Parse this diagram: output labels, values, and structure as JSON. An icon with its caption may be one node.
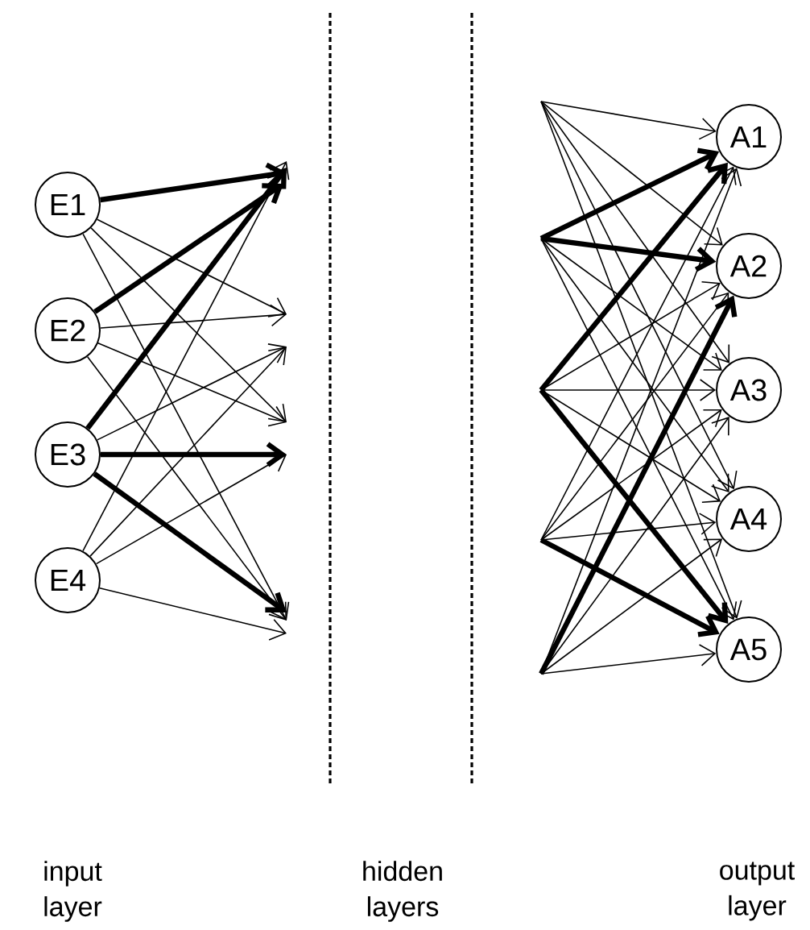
{
  "diagram": {
    "nodes": [
      {
        "text": [
          "E1"
        ]
      },
      {
        "text": [
          "E2"
        ]
      },
      {
        "text": [
          "E3"
        ]
      },
      {
        "text": [
          "E4"
        ]
      },
      {
        "text": [
          "A1"
        ]
      },
      {
        "text": [
          "A2"
        ]
      },
      {
        "text": [
          "A3"
        ]
      },
      {
        "text": [
          "A4"
        ]
      },
      {
        "text": [
          "A5"
        ]
      }
    ],
    "edges": [
      {
        "from": 0,
        "to": null,
        "arrow": "to",
        "style": "thick"
      },
      {
        "from": 0,
        "to": null,
        "arrow": "to"
      },
      {
        "from": 0,
        "to": null,
        "arrow": "to"
      },
      {
        "from": 0,
        "to": null,
        "arrow": "to"
      },
      {
        "from": 1,
        "to": null,
        "arrow": "to",
        "style": "thick"
      },
      {
        "from": 1,
        "to": null,
        "arrow": "to"
      },
      {
        "from": 1,
        "to": null,
        "arrow": "to"
      },
      {
        "from": 1,
        "to": null,
        "arrow": "to"
      },
      {
        "from": 2,
        "to": null,
        "arrow": "to",
        "style": "thick"
      },
      {
        "from": 2,
        "to": null,
        "arrow": "to"
      },
      {
        "from": 2,
        "to": null,
        "arrow": "to",
        "style": "thick"
      },
      {
        "from": 2,
        "to": null,
        "arrow": "to",
        "style": "thick"
      },
      {
        "from": 3,
        "to": null,
        "arrow": "to"
      },
      {
        "from": 3,
        "to": null,
        "arrow": "to"
      },
      {
        "from": 3,
        "to": null,
        "arrow": "to"
      },
      {
        "from": 3,
        "to": null,
        "arrow": "to"
      },
      {
        "from": null,
        "to": 4,
        "arrow": "to"
      },
      {
        "from": null,
        "to": 5,
        "arrow": "to"
      },
      {
        "from": null,
        "to": 6,
        "arrow": "to"
      },
      {
        "from": null,
        "to": 7,
        "arrow": "to"
      },
      {
        "from": null,
        "to": 8,
        "arrow": "to"
      },
      {
        "from": null,
        "to": 4,
        "arrow": "to",
        "style": "thick"
      },
      {
        "from": null,
        "to": 5,
        "arrow": "to",
        "style": "thick"
      },
      {
        "from": null,
        "to": 6,
        "arrow": "to"
      },
      {
        "from": null,
        "to": 7,
        "arrow": "to"
      },
      {
        "from": null,
        "to": 8,
        "arrow": "to"
      },
      {
        "from": null,
        "to": 4,
        "arrow": "to",
        "style": "thick"
      },
      {
        "from": null,
        "to": 5,
        "arrow": "to"
      },
      {
        "from": null,
        "to": 6,
        "arrow": "to"
      },
      {
        "from": null,
        "to": 7,
        "arrow": "to"
      },
      {
        "from": null,
        "to": 8,
        "arrow": "to",
        "style": "thick"
      },
      {
        "from": null,
        "to": 4,
        "arrow": "to"
      },
      {
        "from": null,
        "to": 5,
        "arrow": "to"
      },
      {
        "from": null,
        "to": 6,
        "arrow": "to"
      },
      {
        "from": null,
        "to": 7,
        "arrow": "to"
      },
      {
        "from": null,
        "to": 8,
        "arrow": "to",
        "style": "thick"
      },
      {
        "from": null,
        "to": 4,
        "arrow": "to"
      },
      {
        "from": null,
        "to": 5,
        "arrow": "to",
        "style": "thick"
      },
      {
        "from": null,
        "to": 6,
        "arrow": "to"
      },
      {
        "from": null,
        "to": 7,
        "arrow": "to"
      },
      {
        "from": null,
        "to": 8,
        "arrow": "to"
      }
    ],
    "labels": [
      "input layer",
      "hidden layers",
      "output layer"
    ]
  }
}
